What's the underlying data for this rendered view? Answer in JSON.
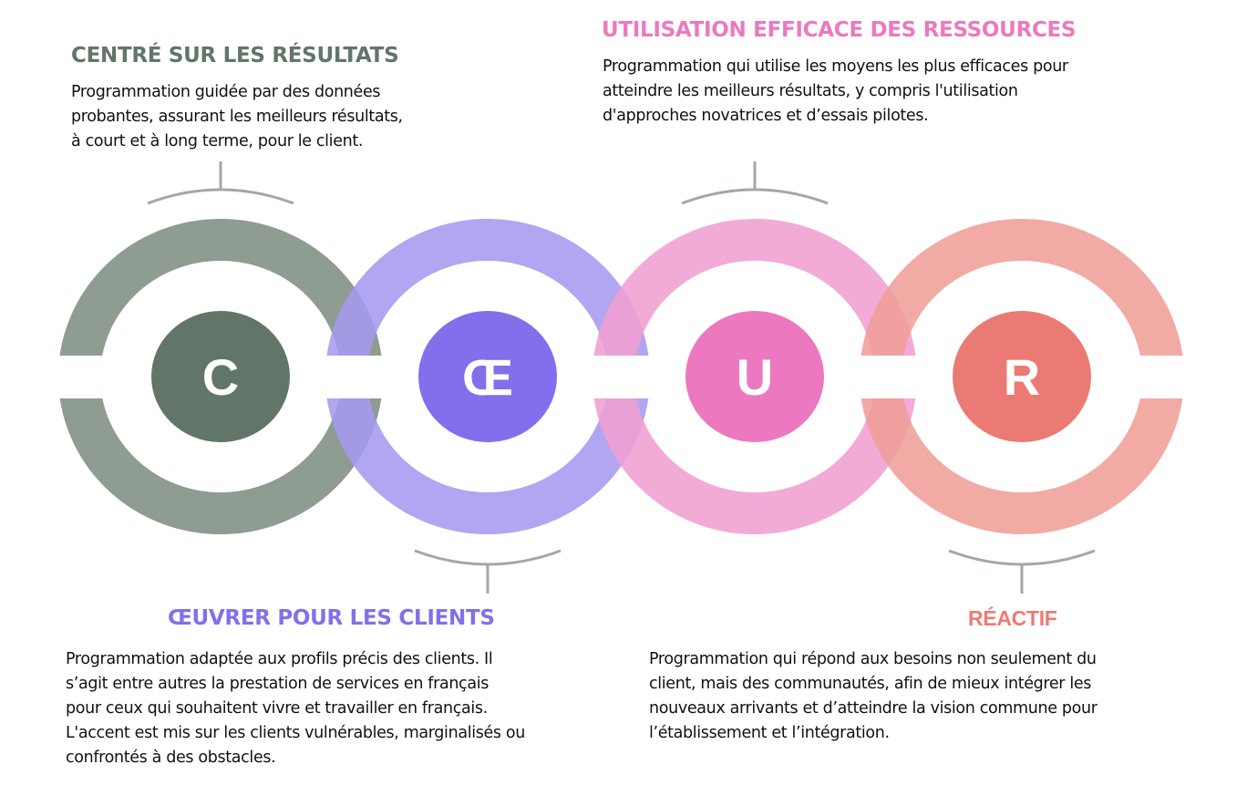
{
  "title": "CŒUR",
  "sections": [
    {
      "letter": "C",
      "heading": "CENTRÉ SUR LES RÉSULTATS",
      "description": [
        "Programmation guidée par des données",
        "probantes, assurant les meilleurs résultats,",
        "à court et à long terme, pour le client."
      ],
      "ring_color": "#8e9c92",
      "core_color": "#617668",
      "heading_color": "#617668"
    },
    {
      "letter": "Œ",
      "heading": "ŒUVRER POUR LES CLIENTS",
      "description": [
        "Programmation adaptée aux profils précis des clients. Il",
        "s’agit entre autres la prestation de services en français",
        "pour ceux qui souhaitent vivre et travailler en français.",
        "L'accent est mis sur les clients vulnérables, marginalisés ou",
        "confrontés à des obstacles."
      ],
      "ring_color": "#a69aef",
      "core_color": "#836fec",
      "heading_color": "#836fec"
    },
    {
      "letter": "U",
      "heading": "UTILISATION EFFICACE DES RESSOURCES",
      "description": [
        "Programmation qui utilise les moyens les plus efficaces pour",
        "atteindre les meilleurs résultats, y compris l'utilisation",
        "d'approches novatrices et d’essais pilotes."
      ],
      "ring_color": "#ef9fd0",
      "core_color": "#ec79bf",
      "heading_color": "#ec79bf"
    },
    {
      "letter": "R",
      "heading": "RÉACTIF",
      "description": [
        "Programmation qui répond aux besoins non seulement du",
        "client, mais des communautés, afin de mieux intégrer les",
        "nouveaux arrivants et d’atteindre la vision commune pour",
        "l’établissement et l’intégration."
      ],
      "ring_color": "#f09e98",
      "core_color": "#ec7a74",
      "heading_color": "#ec7a74"
    }
  ],
  "bracket_color": "#a3a8a5"
}
